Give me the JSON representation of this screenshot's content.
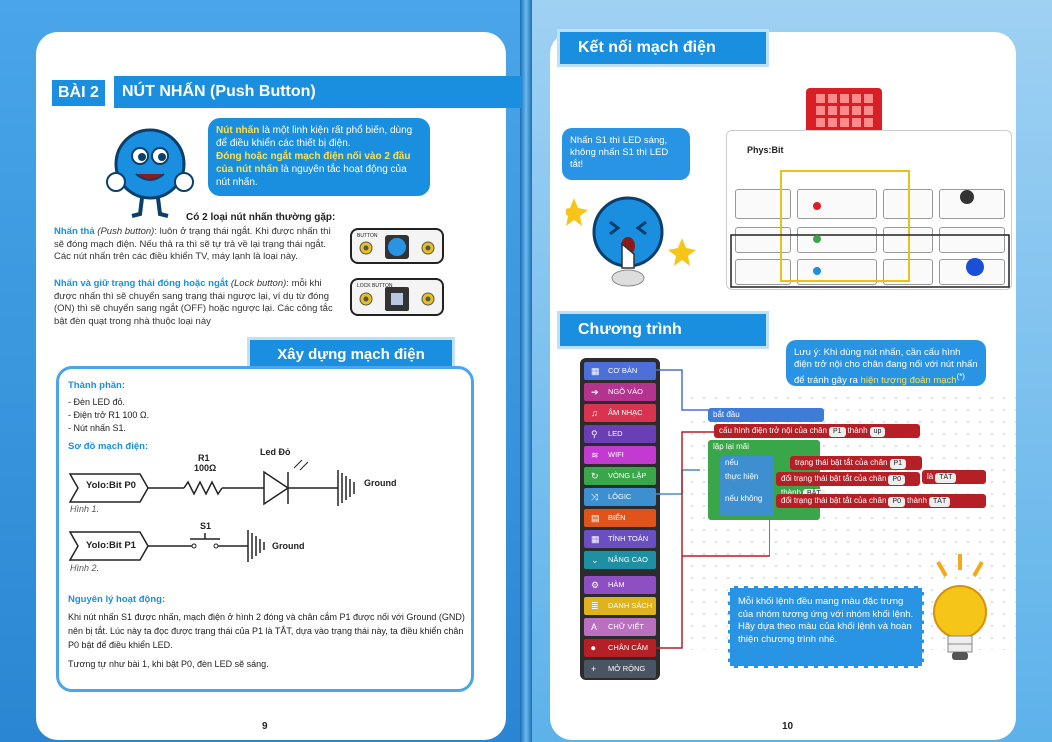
{
  "left": {
    "lesson_tag": "BÀI 2",
    "lesson_title": "NÚT NHẤN (Push Button)",
    "intro": {
      "hl1": "Nút nhấn",
      "t1": " là một linh kiện rất phổ biến, dùng để điều khiển các thiết bị điện.",
      "hl2": "Đóng hoặc ngắt mạch điện nối vào 2 đầu của nút nhấn",
      "t2": " là nguyên tắc hoạt động của nút nhấn."
    },
    "types_heading": "Có 2 loại nút nhấn thường gặp:",
    "push": {
      "term": "Nhấn thả",
      "term_en": " (Push button)",
      "text": ": luôn ở trạng thái ngắt. Khi được nhấn thì sẽ đóng mạch điện. Nếu thả ra thì sẽ tự trả về lại trạng thái ngắt. Các nút nhấn trên các điều khiển TV, máy lạnh là loại này."
    },
    "lock": {
      "term": "Nhấn và giữ trạng thái đóng hoặc ngắt",
      "term_en": " (Lock button)",
      "text": ": mỗi khi được nhấn thì sẽ chuyển sang trạng thái ngược lại, ví dụ từ đóng (ON) thì sẽ chuyển sang ngắt (OFF) hoặc ngược lại. Các công tắc bật đèn quạt trong nhà thuộc loại này"
    },
    "card1_label": "BUTTON",
    "card2_label": "LOCK BUTTON",
    "build_banner": "Xây dựng mạch điện",
    "components_title": "Thành phần:",
    "components": [
      "- Đèn LED đỏ.",
      "- Điện trở R1 100 Ω.",
      "- Nút nhấn S1."
    ],
    "diagram_title": "Sơ đồ mạch điện:",
    "diagram1": {
      "source": "Yolo:Bit P0",
      "r_name": "R1",
      "r_value": "100Ω",
      "led": "Led Đỏ",
      "ground": "Ground",
      "caption": "Hình 1."
    },
    "diagram2": {
      "source": "Yolo:Bit P1",
      "switch": "S1",
      "ground": "Ground",
      "caption": "Hình 2."
    },
    "principle_title": "Nguyên lý hoạt động:",
    "principle_text": "Khi nút nhấn S1 được nhấn, mạch điện ở hình 2 đóng và chân cắm P1 được nối với Ground (GND) nên bị tắt. Lúc này ta đọc được trạng thái của P1 là TẮT, dựa vào trạng thái này, ta điều khiển chân P0 bật để điều khiển LED.",
    "principle_text2": "Tương tự như bài 1, khi bật P0, đèn LED sẽ sáng.",
    "page_number": "9"
  },
  "right": {
    "connect_tab": "Kết nối mạch điện",
    "bubble1": "Nhấn S1 thì LED sáng, không nhấn S1 thì LED tắt!",
    "board_label": "Phys:Bit",
    "program_tab": "Chương trình",
    "note_pre": "Lưu ý: Khi dùng nút nhấn, cần cấu hình điện trở nội cho chân đang nối với nút nhấn để tránh gây ra ",
    "note_hl": "hiện tượng đoản mạch",
    "note_sup": "(*)",
    "palette": [
      {
        "label": "CƠ BẢN",
        "color": "#4c6fd8",
        "icon": "▦"
      },
      {
        "label": "NGÕ VÀO",
        "color": "#b3338f",
        "icon": "➔"
      },
      {
        "label": "ÂM NHẠC",
        "color": "#d8344f",
        "icon": "♫"
      },
      {
        "label": "LED",
        "color": "#6a3fb5",
        "icon": "💡"
      },
      {
        "label": "WIFI",
        "color": "#c23ad0",
        "icon": "≋"
      },
      {
        "label": "VÒNG LẶP",
        "color": "#3aa64a",
        "icon": "↻"
      },
      {
        "label": "LÔGIC",
        "color": "#3d8fd0",
        "icon": "⤨"
      },
      {
        "label": "BIẾN",
        "color": "#e0541c",
        "icon": "▤"
      },
      {
        "label": "TÍNH TOÁN",
        "color": "#6a4fc2",
        "icon": "▦"
      },
      {
        "label": "NÂNG CAO",
        "color": "#1f8fa3",
        "icon": "⌄"
      },
      {
        "label": "HÀM",
        "color": "#8d4fc2",
        "icon": "⚙"
      },
      {
        "label": "DANH SÁCH",
        "color": "#e0b21c",
        "icon": "≣"
      },
      {
        "label": "CHỮ VIẾT",
        "color": "#ba6fbf",
        "icon": "A"
      },
      {
        "label": "CHÂN CẮM",
        "color": "#b51f26",
        "icon": "⏺"
      },
      {
        "label": "MỞ RỘNG",
        "color": "#4a5563",
        "icon": "+"
      }
    ],
    "code": {
      "start": "bắt đầu",
      "config": "cấu hình điện trở nội của chân",
      "config_pin": "P1",
      "config_to": "thành",
      "config_val": "up",
      "loop": "lặp lại mãi",
      "if": "nếu",
      "if_cond": "trạng thái bật tắt của chân",
      "if_pin": "P1",
      "if_is": "là",
      "if_val": "TẮT",
      "then": "thực hiện",
      "then_action": "đổi trạng thái bật tắt của chân",
      "then_pin": "P0",
      "then_to": "thành",
      "then_val": "BẬT",
      "else": "nếu không",
      "else_action": "đổi trạng thái bật tắt của chân",
      "else_pin": "P0",
      "else_to": "thành",
      "else_val": "TẮT"
    },
    "tip": "Mỗi khối lệnh đều mang màu đặc trưng của nhóm tương ứng với nhóm khối lệnh. Hãy dựa theo màu của khối lệnh và hoàn thiện chương trình nhé.",
    "page_number": "10"
  },
  "colors": {
    "accent": "#1a8fe0",
    "highlight": "#ffe14a"
  }
}
